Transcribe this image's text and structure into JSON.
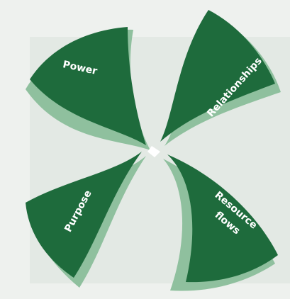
{
  "colors": {
    "petal_dark": "#1e6b3c",
    "petal_edge": "#8fc09e",
    "petal_shade": "#5f9d72",
    "background": "#eef1ee",
    "panel": "#e3e9e4"
  },
  "petals": [
    {
      "id": "power",
      "label": "Power"
    },
    {
      "id": "relationships",
      "label": "Relationships"
    },
    {
      "id": "purpose",
      "label": "Purpose"
    },
    {
      "id": "resource-flows",
      "label_line1": "Resource",
      "label_line2": "flows"
    }
  ]
}
